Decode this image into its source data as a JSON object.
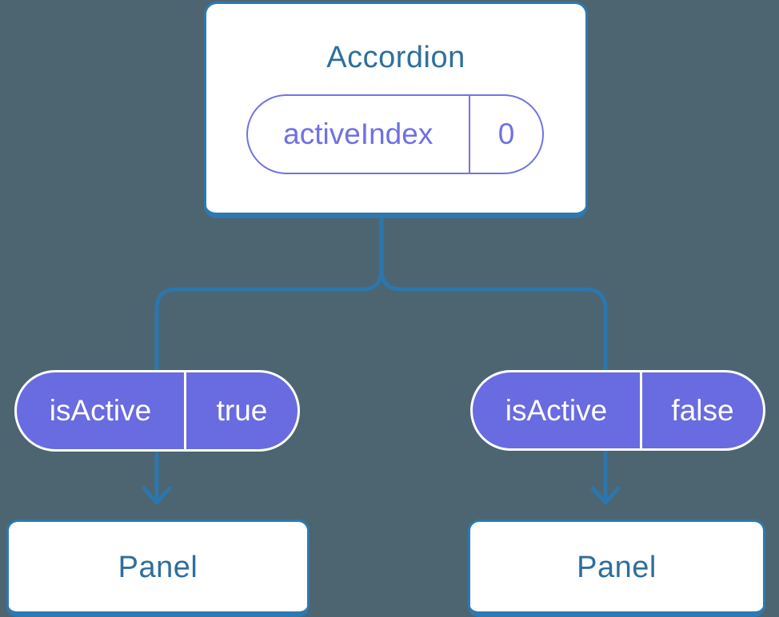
{
  "colors": {
    "background": "#4C6571",
    "connector_blue": "#2B77AD",
    "box_border_blue": "#2E79B0",
    "node_text_blue": "#2E6F9D",
    "pill_purple_fill": "#696BE0",
    "pill_purple_outline": "#7173E4",
    "pill_white": "#FFFFFF"
  },
  "tree": {
    "root": {
      "title": "Accordion",
      "prop": {
        "name": "activeIndex",
        "value": "0"
      }
    },
    "branches": [
      {
        "state": {
          "name": "isActive",
          "value": "true"
        },
        "child": {
          "title": "Panel"
        }
      },
      {
        "state": {
          "name": "isActive",
          "value": "false"
        },
        "child": {
          "title": "Panel"
        }
      }
    ]
  }
}
